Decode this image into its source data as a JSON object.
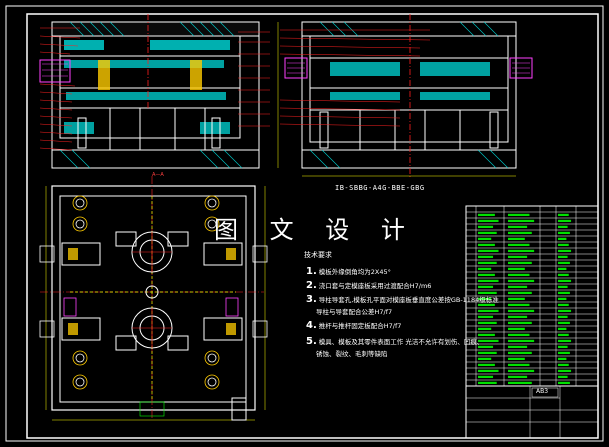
{
  "drawing": {
    "watermark": "图 文 设 计",
    "section_label": "IB-SBBG-A4G-BBE-GBG",
    "view_label": "A—A",
    "notes_title": "技术要求",
    "notes": [
      {
        "num": "1",
        "text": "模板外缘倒角均为2X45°"
      },
      {
        "num": "2",
        "text": "浇口套与定模座板采用过渡配合H7/m6"
      },
      {
        "num": "3",
        "text": "导柱导套孔,模板孔平面对模座板垂直度公差按GB-1184级标准"
      },
      {
        "num": "",
        "text": "导柱与导套配合公差H7/f7"
      },
      {
        "num": "4",
        "text": "推杆与推杆固定板配合H7/f7"
      },
      {
        "num": "5",
        "text": "模具、模板及其零件表面工作  光洁不允许有划伤、凹痕、"
      },
      {
        "num": "",
        "text": "锈蚀、裂纹、毛刺等缺陷"
      }
    ],
    "title_block_label": "AB3"
  },
  "colors": {
    "background": "#000000",
    "frame": "#ffffff",
    "mold": "#ffffff",
    "fill": "#00c8c8",
    "hatch": "#00c8c8",
    "leader": "#ff2020",
    "dim": "#ffff00",
    "spring": "#ff40ff",
    "center": "#ff2020",
    "accent": "#00ff00"
  }
}
